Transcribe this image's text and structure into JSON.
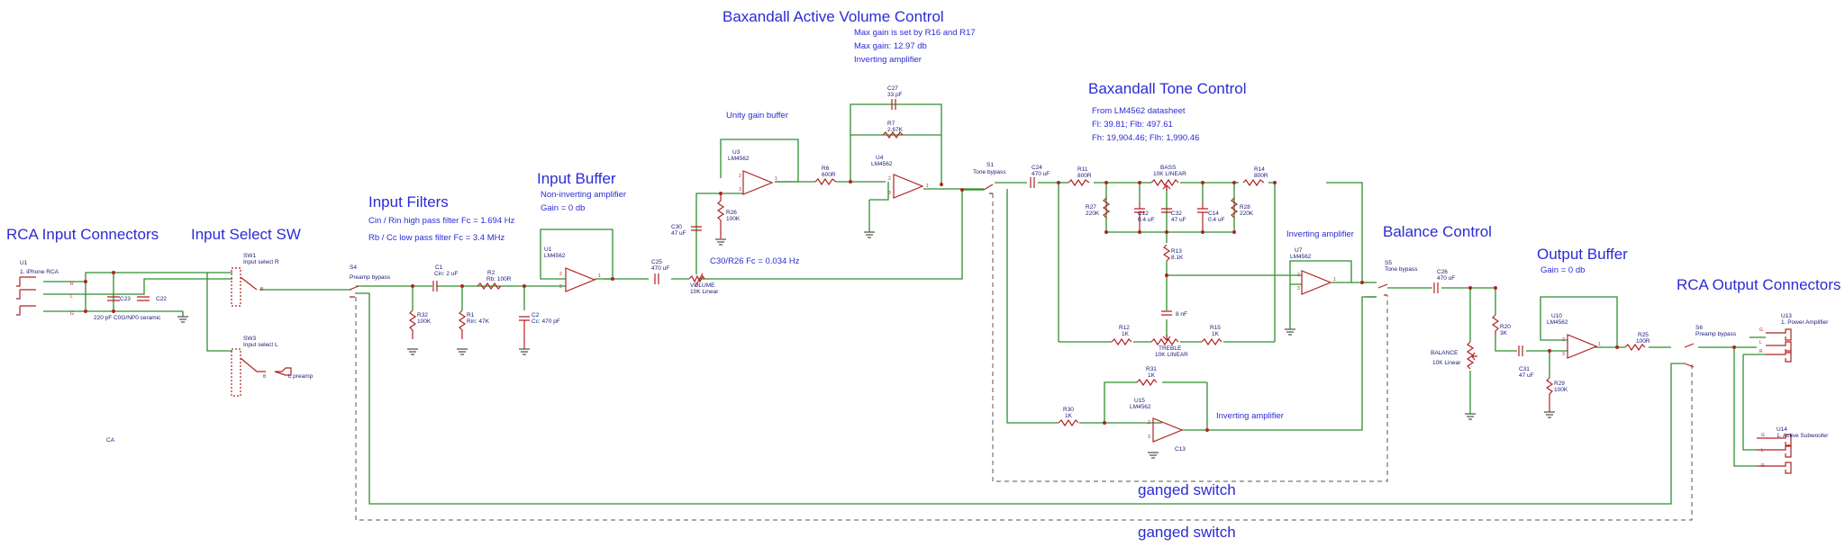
{
  "sections": {
    "rca_in": "RCA Input Connectors",
    "input_select": "Input Select SW",
    "input_filters": "Input Filters",
    "input_buffer": "Input Buffer",
    "volume": "Baxandall Active Volume Control",
    "tone": "Baxandall Tone Control",
    "balance": "Balance Control",
    "output_buffer": "Output Buffer",
    "rca_out": "RCA Output Connectors",
    "ganged1": "ganged switch",
    "ganged2": "ganged switch"
  },
  "notes": {
    "filters": [
      "Cin / Rin high pass filter Fc = 1.694 Hz",
      "Rb / Cc low pass filter Fc = 3.4 MHz"
    ],
    "buffer": [
      "Non-inverting amplifier",
      "Gain = 0 db"
    ],
    "volume": [
      "Max gain is set by R16 and R17",
      "Max gain: 12.97 db",
      "Inverting amplifier"
    ],
    "unity": "Unity gain buffer",
    "c30": "C30/R26 Fc = 0.034 Hz",
    "tone": [
      "From LM4562 datasheet",
      "Fl: 39.81; Flb: 497.61",
      "Fh: 19,904.46; Flh: 1,990.46"
    ],
    "inv1": "Inverting amplifier",
    "inv2": "Inverting amplifier",
    "outbuf_gain": "Gain = 0 db"
  },
  "labels": {
    "u1_in": "U1",
    "u1_in_desc": "1. iPhone RCA",
    "pin_r": "R",
    "pin_l": "L",
    "pin_g": "G",
    "c23": "C23",
    "c22": "C22",
    "cap_desc": "220 pF C0G/NP0 ceramic",
    "stray": "CA",
    "sw1": "SW1",
    "sw1_desc": "Input select R",
    "sw3": "SW3",
    "sw3_desc": "Input select L",
    "l_preamp": "L preamp",
    "pin_b": "B",
    "s4": "S4",
    "s4_desc": "Preamp bypass",
    "c1": "C1",
    "c1_val": "Cin: 2 uF",
    "r2": "R2",
    "r2_val": "Rb: 100R",
    "r32": "R32",
    "r32_val": "100K",
    "r1": "R1",
    "r1_val": "Rin: 47K",
    "c2": "C2",
    "c2_val": "Cc: 470 pF",
    "u1": "U1",
    "u1_val": "LM4562",
    "c25": "C25",
    "c25_val": "470 uF",
    "vol": "VOLUME",
    "vol_val": "10K Linear",
    "c30": "C30",
    "c30_val": "47 uF",
    "r26": "R26",
    "r26_val": "100K",
    "u3": "U3",
    "u3_val": "LM4562",
    "r6": "R6",
    "r6_val": "600R",
    "u4": "U4",
    "u4_val": "LM4562",
    "c27": "C27",
    "c27_val": "33 pF",
    "r7": "R7",
    "r7_val": "2.67K",
    "s1": "S1",
    "s1_desc": "Tone bypass",
    "c24": "C24",
    "c24_val": "470 uF",
    "r11": "R11",
    "r11_val": "800R",
    "bass": "BASS",
    "bass_val": "10K LINEAR",
    "r14": "R14",
    "r14_val": "800R",
    "r27": "R27",
    "r27_val": "220K",
    "c12": "C12",
    "c12_val": "0.4 uF",
    "c32": "C32",
    "c32_val": "47 uF",
    "c14": "C14",
    "c14_val": "0.4 uF",
    "r28": "R28",
    "r28_val": "220K",
    "r13": "R13",
    "r13_val": "8.1K",
    "c8": "8 nF",
    "r12": "R12",
    "r12_val": "1K",
    "treble": "TREBLE",
    "treble_val": "10K LINEAR",
    "r15": "R15",
    "r15_val": "1K",
    "u7": "U7",
    "u7_val": "LM4562",
    "r31": "R31",
    "r31_val": "1K",
    "r30": "R30",
    "r30_val": "1K",
    "u15": "U15",
    "u15_val": "LM4562",
    "c13": "C13",
    "s5": "S5",
    "s5_desc": "Tone bypass",
    "c26": "C26",
    "c26_val": "470 uF",
    "r20": "R20",
    "r20_val": "3K",
    "bal": "BALANCE",
    "bal_val": "10K Linear",
    "c31": "C31",
    "c31_val": "47 uF",
    "r29": "R29",
    "r29_val": "100K",
    "u10": "U10",
    "u10_val": "LM4562",
    "r25": "R25",
    "r25_val": "100R",
    "s6": "S6",
    "s6_desc": "Preamp bypass",
    "u13": "U13",
    "u13_desc": "1. Power Amplifier",
    "u14": "U14",
    "u14_desc": "1. Active Subwoofer"
  },
  "colors": {
    "wire": "#2f8f2f",
    "component": "#b22222",
    "title": "#2b2bd6",
    "label": "#1a1a7a"
  }
}
